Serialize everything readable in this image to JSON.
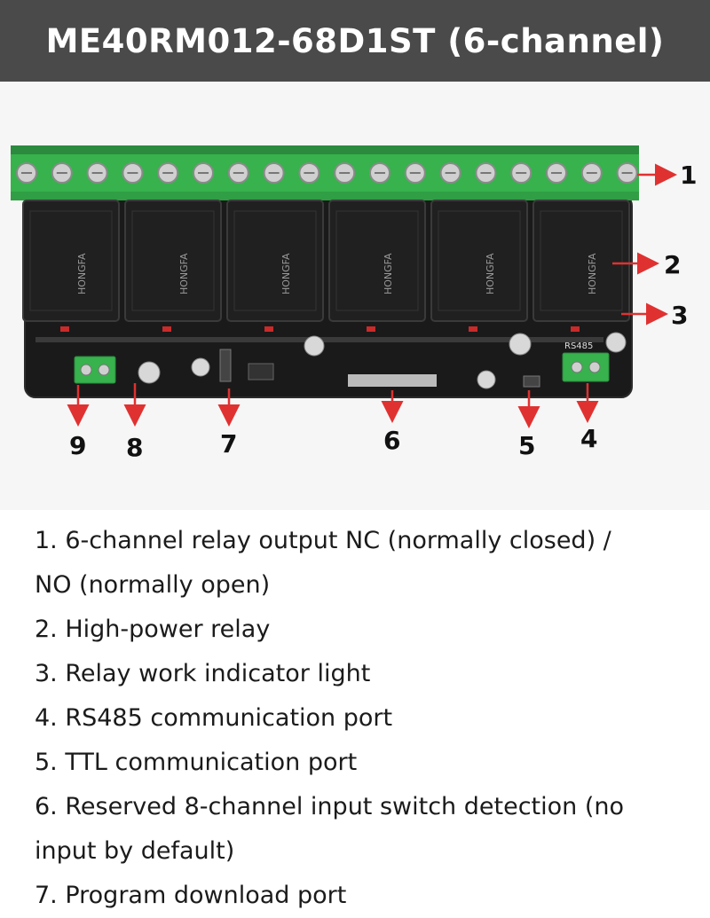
{
  "title": "ME40RM012-68D1ST (6-channel)",
  "colors": {
    "title_bg": "#4a4a4a",
    "terminal_green": "#37b24d",
    "pcb_black": "#1a1a1a",
    "relay_black": "#202020",
    "arrow_red": "#e03131"
  },
  "callouts": {
    "c1": "1",
    "c2": "2",
    "c3": "3",
    "c4": "4",
    "c5": "5",
    "c6": "6",
    "c7": "7",
    "c8": "8",
    "c9": "9"
  },
  "relay_brand": "HONGFA",
  "board_marking": "RS485",
  "descriptions": [
    "1. 6-channel relay output NC (normally closed) /",
    "NO (normally open)",
    "2. High-power relay",
    "3. Relay work indicator light",
    "4. RS485 communication port",
    "5. TTL communication port",
    "6. Reserved 8-channel input switch detection (no",
    "input by default)",
    "7. Program download port"
  ]
}
